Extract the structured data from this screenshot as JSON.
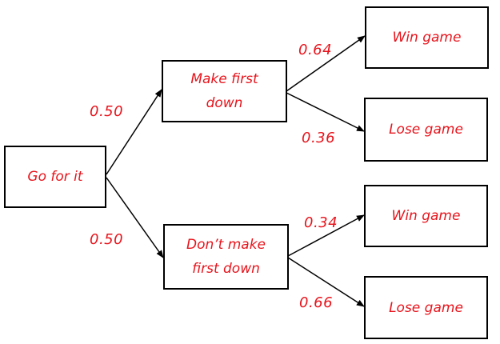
{
  "colors": {
    "text": "#e8141c",
    "lines": "#000000"
  },
  "nodes": {
    "root": "Go for it",
    "make_first_down": "Make first down",
    "dont_make_first_down": "Don’t make first down",
    "win_game_1": "Win game",
    "lose_game_1": "Lose game",
    "win_game_2": "Win game",
    "lose_game_2": "Lose game"
  },
  "probabilities": {
    "make_first_down": "0.50",
    "dont_make_first_down": "0.50",
    "win_given_make": "0.64",
    "lose_given_make": "0.36",
    "win_given_dont": "0.34",
    "lose_given_dont": "0.66"
  }
}
